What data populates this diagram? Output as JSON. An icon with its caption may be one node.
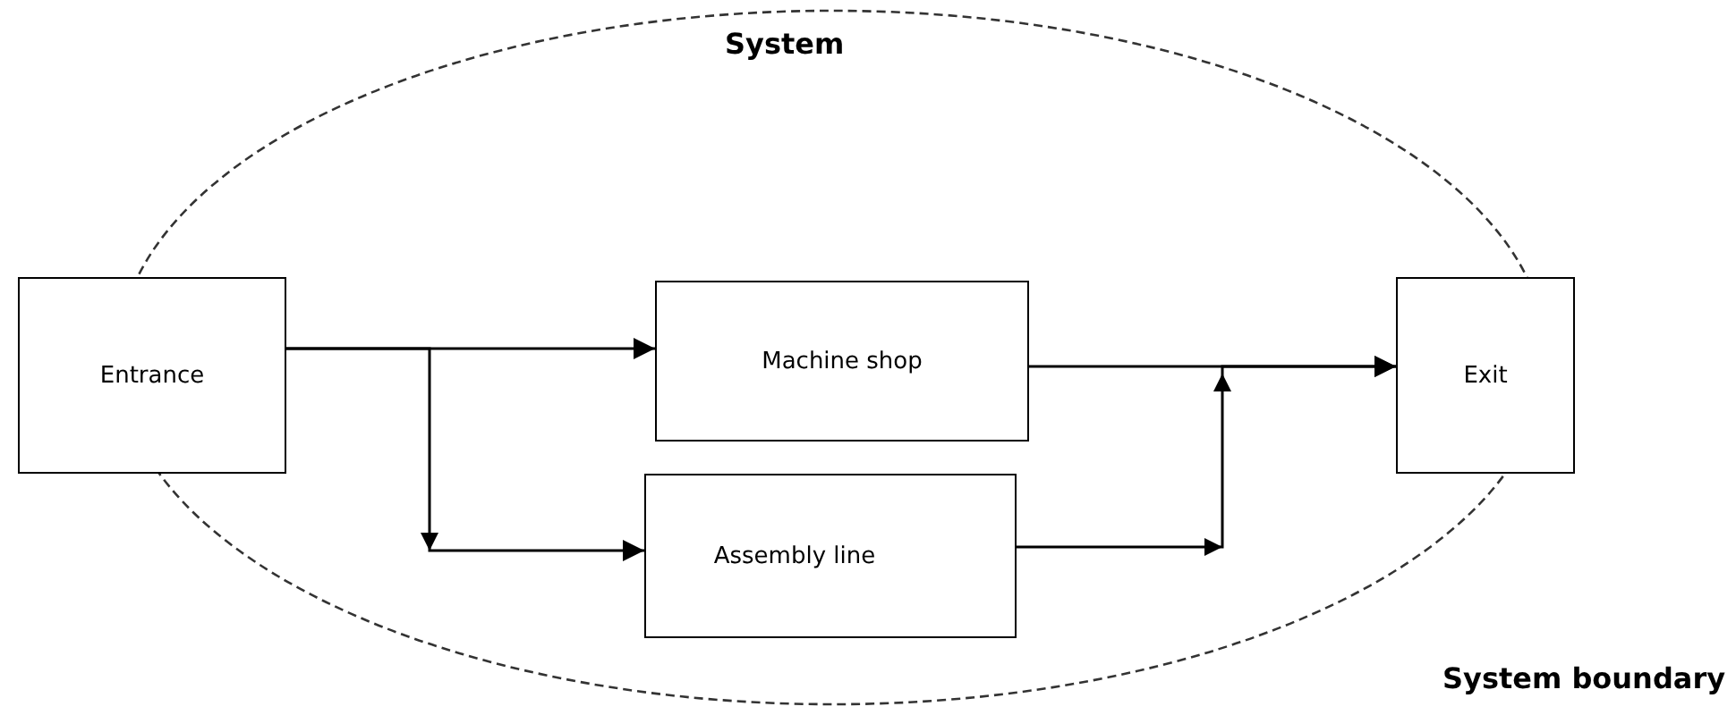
{
  "diagram": {
    "nodes": [
      {
        "text": [
          "System"
        ],
        "beside": [
          "System boundary"
        ]
      },
      {
        "text": [
          "Entrance"
        ]
      },
      {
        "text": [
          "Machine shop"
        ],
        "in": 0
      },
      {
        "text": [
          "Assembly line"
        ],
        "in": 0
      },
      {
        "text": [
          "Exit"
        ]
      }
    ],
    "edges": [
      {
        "from": 1,
        "to": 2,
        "arrow": "to"
      },
      {
        "from": 1,
        "to": 3,
        "arrow": "to"
      },
      {
        "from": 2,
        "to": 4,
        "arrow": "to"
      },
      {
        "from": 3,
        "to": 4,
        "arrow": "to"
      }
    ]
  }
}
